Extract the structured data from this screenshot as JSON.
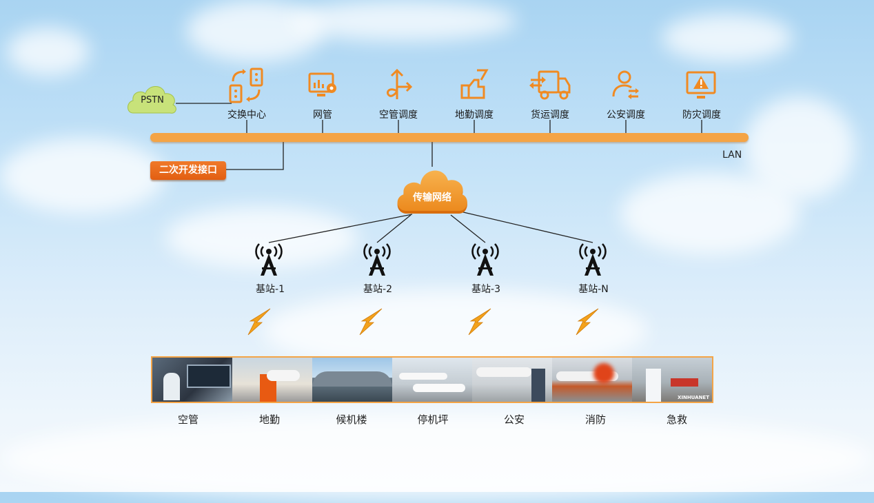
{
  "colors": {
    "accent": "#f4a446",
    "accent_dark": "#e25e12",
    "pstn_green": "#c8e27a"
  },
  "pstn": {
    "label": "PSTN"
  },
  "systems": [
    {
      "label": "交换中心",
      "icon": "switch-center-icon"
    },
    {
      "label": "网管",
      "icon": "network-management-icon"
    },
    {
      "label": "空管调度",
      "icon": "air-traffic-dispatch-icon"
    },
    {
      "label": "地勤调度",
      "icon": "ground-service-dispatch-icon"
    },
    {
      "label": "货运调度",
      "icon": "cargo-dispatch-icon"
    },
    {
      "label": "公安调度",
      "icon": "police-dispatch-icon"
    },
    {
      "label": "防灾调度",
      "icon": "disaster-prevention-dispatch-icon"
    }
  ],
  "lan": {
    "label": "LAN"
  },
  "api": {
    "label": "二次开发接口"
  },
  "transport": {
    "label": "传输网络"
  },
  "base_stations": [
    {
      "label": "基站-1"
    },
    {
      "label": "基站-2"
    },
    {
      "label": "基站-3"
    },
    {
      "label": "基站-N"
    }
  ],
  "terminals": [
    {
      "label": "空管"
    },
    {
      "label": "地勤"
    },
    {
      "label": "候机楼"
    },
    {
      "label": "停机坪"
    },
    {
      "label": "公安"
    },
    {
      "label": "消防"
    },
    {
      "label": "急救"
    }
  ],
  "photo_watermark": "XINHUANET"
}
